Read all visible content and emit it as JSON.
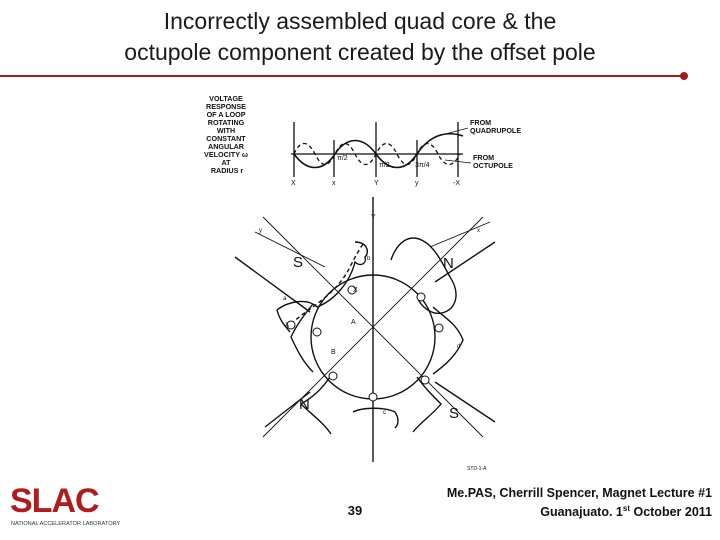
{
  "title": {
    "line1": "Incorrectly assembled quad core & the",
    "line2": "octupole component created by the offset pole"
  },
  "figure": {
    "response_label": [
      "VOLTAGE",
      "RESPONSE",
      "OF A LOOP",
      "ROTATING",
      "WITH",
      "CONSTANT",
      "ANGULAR",
      "VELOCITY ω",
      "AT",
      "RADIUS r"
    ],
    "from_quadrupole": [
      "FROM",
      "QUADRUPOLE"
    ],
    "from_octupole": [
      "FROM",
      "OCTUPOLE"
    ],
    "wave_angles": [
      "π/2",
      "π/2",
      "3π/4"
    ],
    "wave_axis_labels": [
      "X",
      "x",
      "Y",
      "y",
      "-X"
    ],
    "pole_labels": [
      "S",
      "N",
      "N",
      "S"
    ],
    "axis_labels": {
      "y": "Y",
      "x": "X"
    },
    "small_labels": [
      "y",
      "x",
      "b",
      "a",
      "c",
      "d",
      "A",
      "B",
      "δ"
    ],
    "caption_code": "STD-1-A"
  },
  "footer": {
    "logo_text": "SLAC",
    "logo_subtitle": "NATIONAL ACCELERATOR LABORATORY",
    "page_number": "39",
    "line1": "Me.PAS, Cherrill Spencer, Magnet Lecture #1",
    "line2_main": "Guanajuato. 1",
    "line2_sup": "st",
    "line2_rest": " October 2011"
  },
  "colors": {
    "accent": "#a31a1a",
    "logo": "#b01c1c",
    "ink": "#1a1a1a"
  }
}
